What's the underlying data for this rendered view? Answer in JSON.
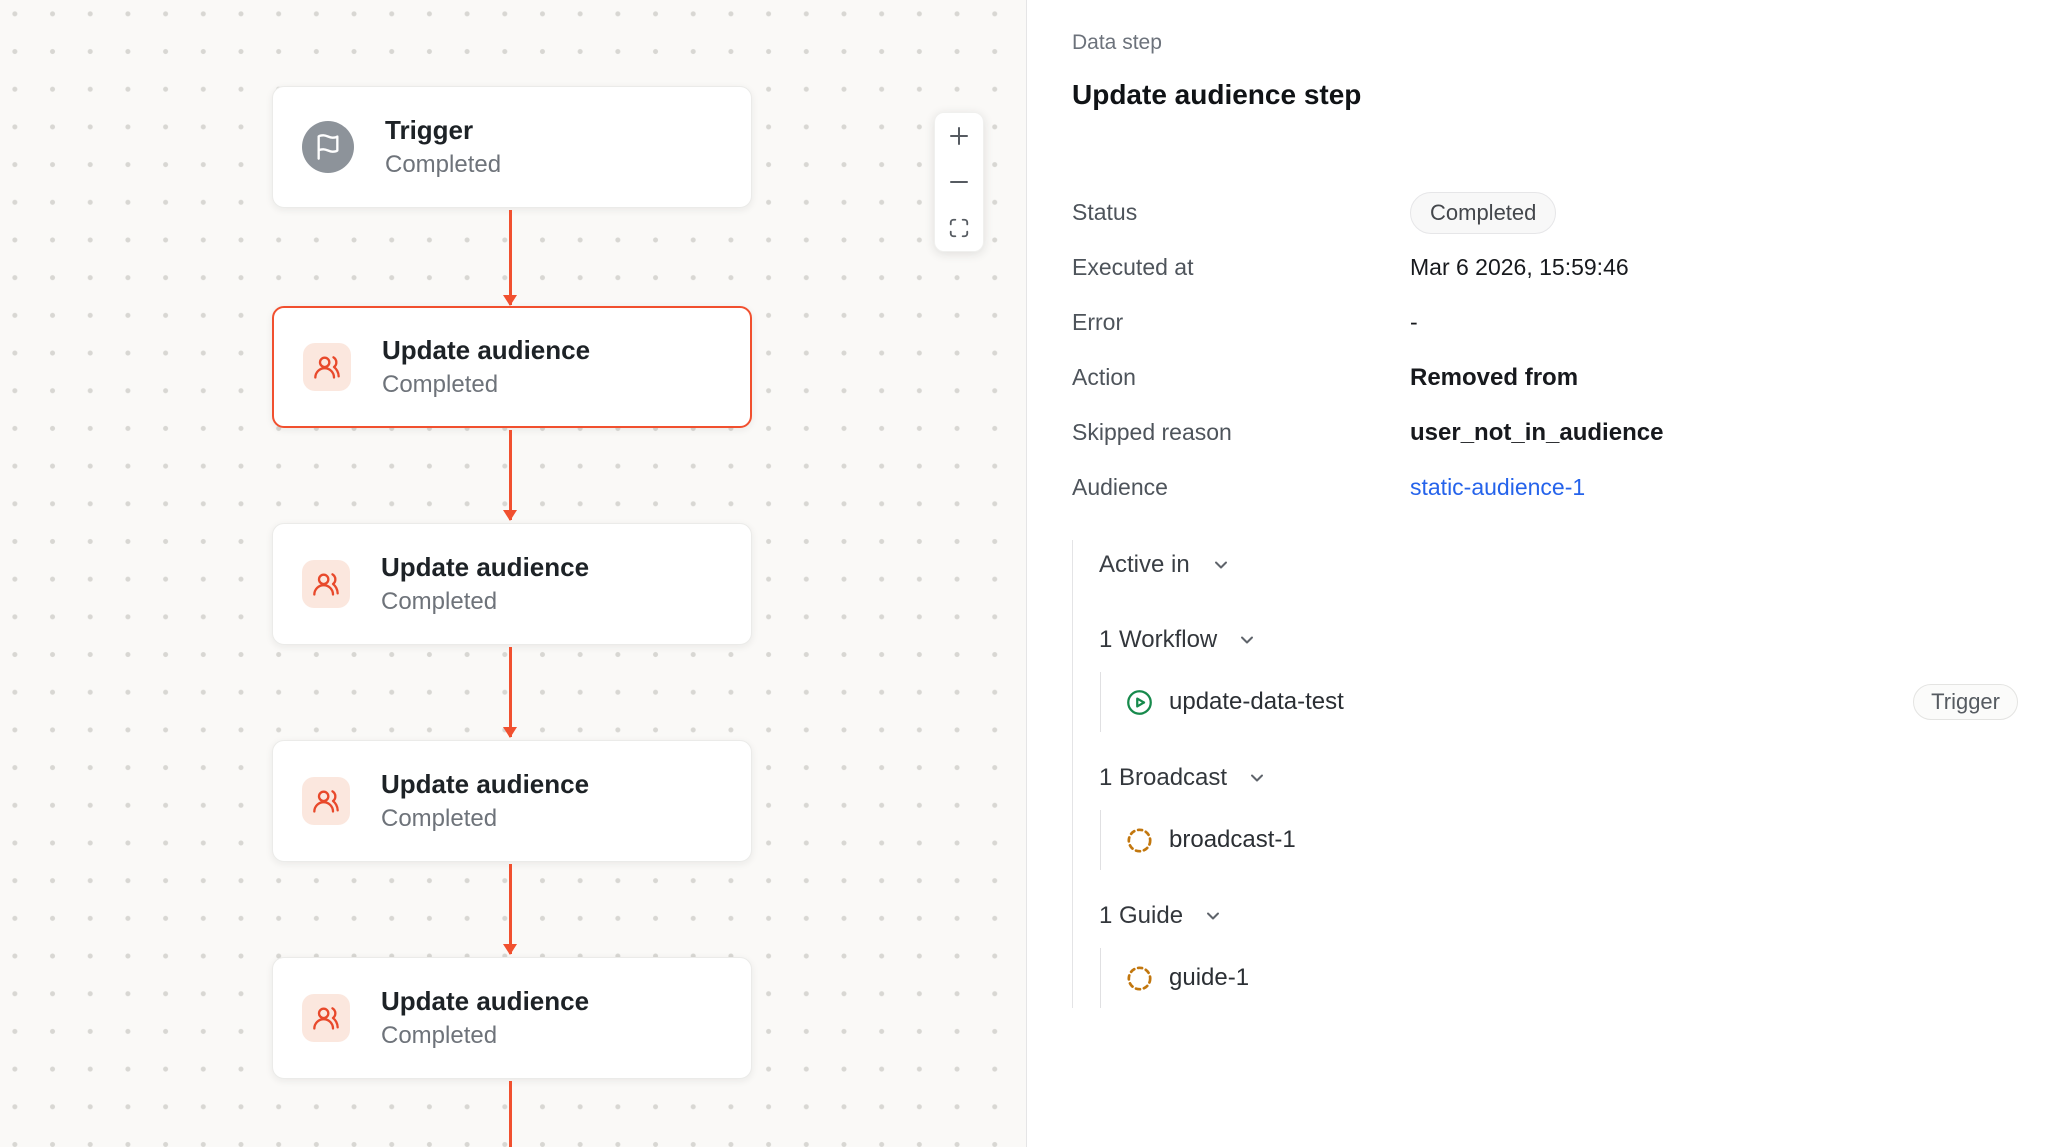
{
  "canvas": {
    "controls": {
      "zoom_in_icon": "plus-icon",
      "zoom_out_icon": "minus-icon",
      "fit_view_icon": "fit-view-icon"
    },
    "nodes": [
      {
        "title": "Trigger",
        "status": "Completed",
        "icon": "flag-icon",
        "selected": false
      },
      {
        "title": "Update audience",
        "status": "Completed",
        "icon": "users-icon",
        "selected": true
      },
      {
        "title": "Update audience",
        "status": "Completed",
        "icon": "users-icon",
        "selected": false
      },
      {
        "title": "Update audience",
        "status": "Completed",
        "icon": "users-icon",
        "selected": false
      },
      {
        "title": "Update audience",
        "status": "Completed",
        "icon": "users-icon",
        "selected": false
      }
    ]
  },
  "panel": {
    "eyebrow": "Data step",
    "title": "Update audience step",
    "fields": [
      {
        "label": "Status",
        "value": "Completed",
        "kind": "badge"
      },
      {
        "label": "Executed at",
        "value": "Mar 6 2026, 15:59:46",
        "kind": "text"
      },
      {
        "label": "Error",
        "value": "-",
        "kind": "text"
      },
      {
        "label": "Action",
        "value": "Removed from",
        "kind": "strong"
      },
      {
        "label": "Skipped reason",
        "value": "user_not_in_audience",
        "kind": "strong"
      },
      {
        "label": "Audience",
        "value": "static-audience-1",
        "kind": "link"
      }
    ],
    "active_in": {
      "label": "Active in",
      "groups": [
        {
          "header": "1 Workflow",
          "items": [
            {
              "name": "update-data-test",
              "icon": "play-circle-icon",
              "badge": "Trigger"
            }
          ]
        },
        {
          "header": "1 Broadcast",
          "items": [
            {
              "name": "broadcast-1",
              "icon": "dashed-circle-icon"
            }
          ]
        },
        {
          "header": "1 Guide",
          "items": [
            {
              "name": "guide-1",
              "icon": "dashed-circle-icon"
            }
          ]
        }
      ]
    }
  },
  "colors": {
    "accent": "#f1502f",
    "link": "#2563eb",
    "workflow_green": "#178a4c",
    "dashed_amber": "#c2770e",
    "trigger_gray": "#8d939a"
  }
}
